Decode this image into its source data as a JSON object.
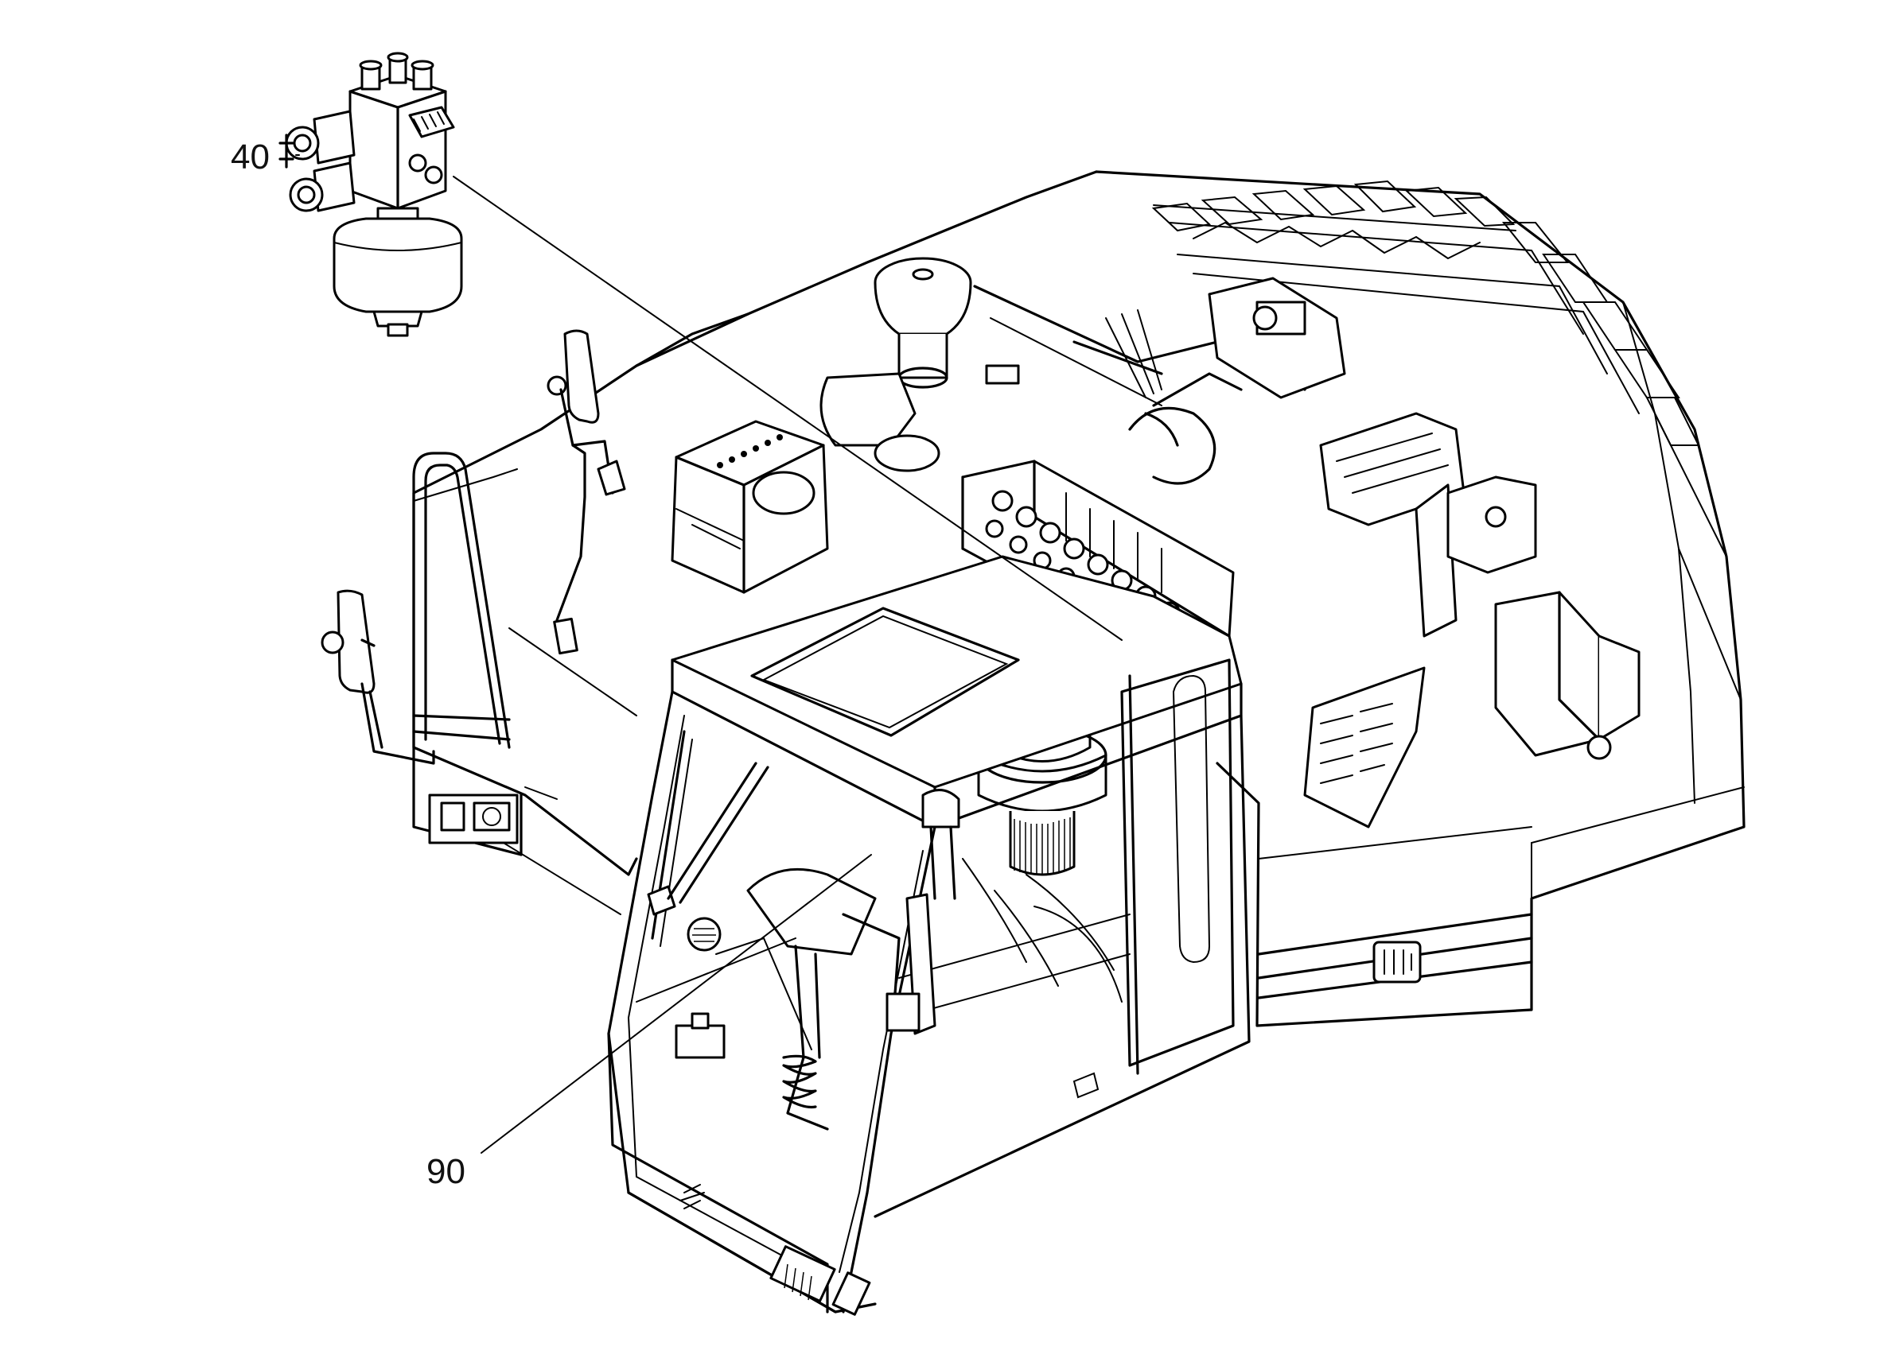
{
  "callouts": [
    {
      "id": "40",
      "text": "40"
    },
    {
      "id": "90",
      "text": "90"
    }
  ],
  "colors": {
    "ink": "#000000",
    "paper": "#ffffff"
  }
}
